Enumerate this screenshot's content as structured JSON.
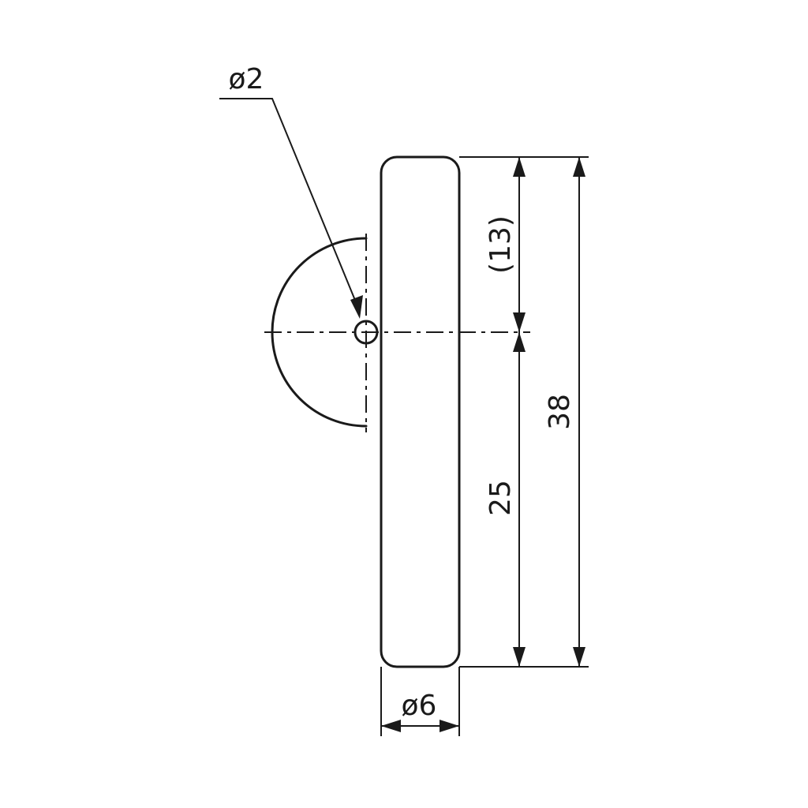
{
  "drawing": {
    "hole_diameter_label": "ø2",
    "rod_diameter_label": "ø6",
    "overall_length_label": "38",
    "lower_length_label": "25",
    "upper_length_label": "(13)",
    "line_color": "#1a1a1a",
    "background_color": "#ffffff"
  }
}
